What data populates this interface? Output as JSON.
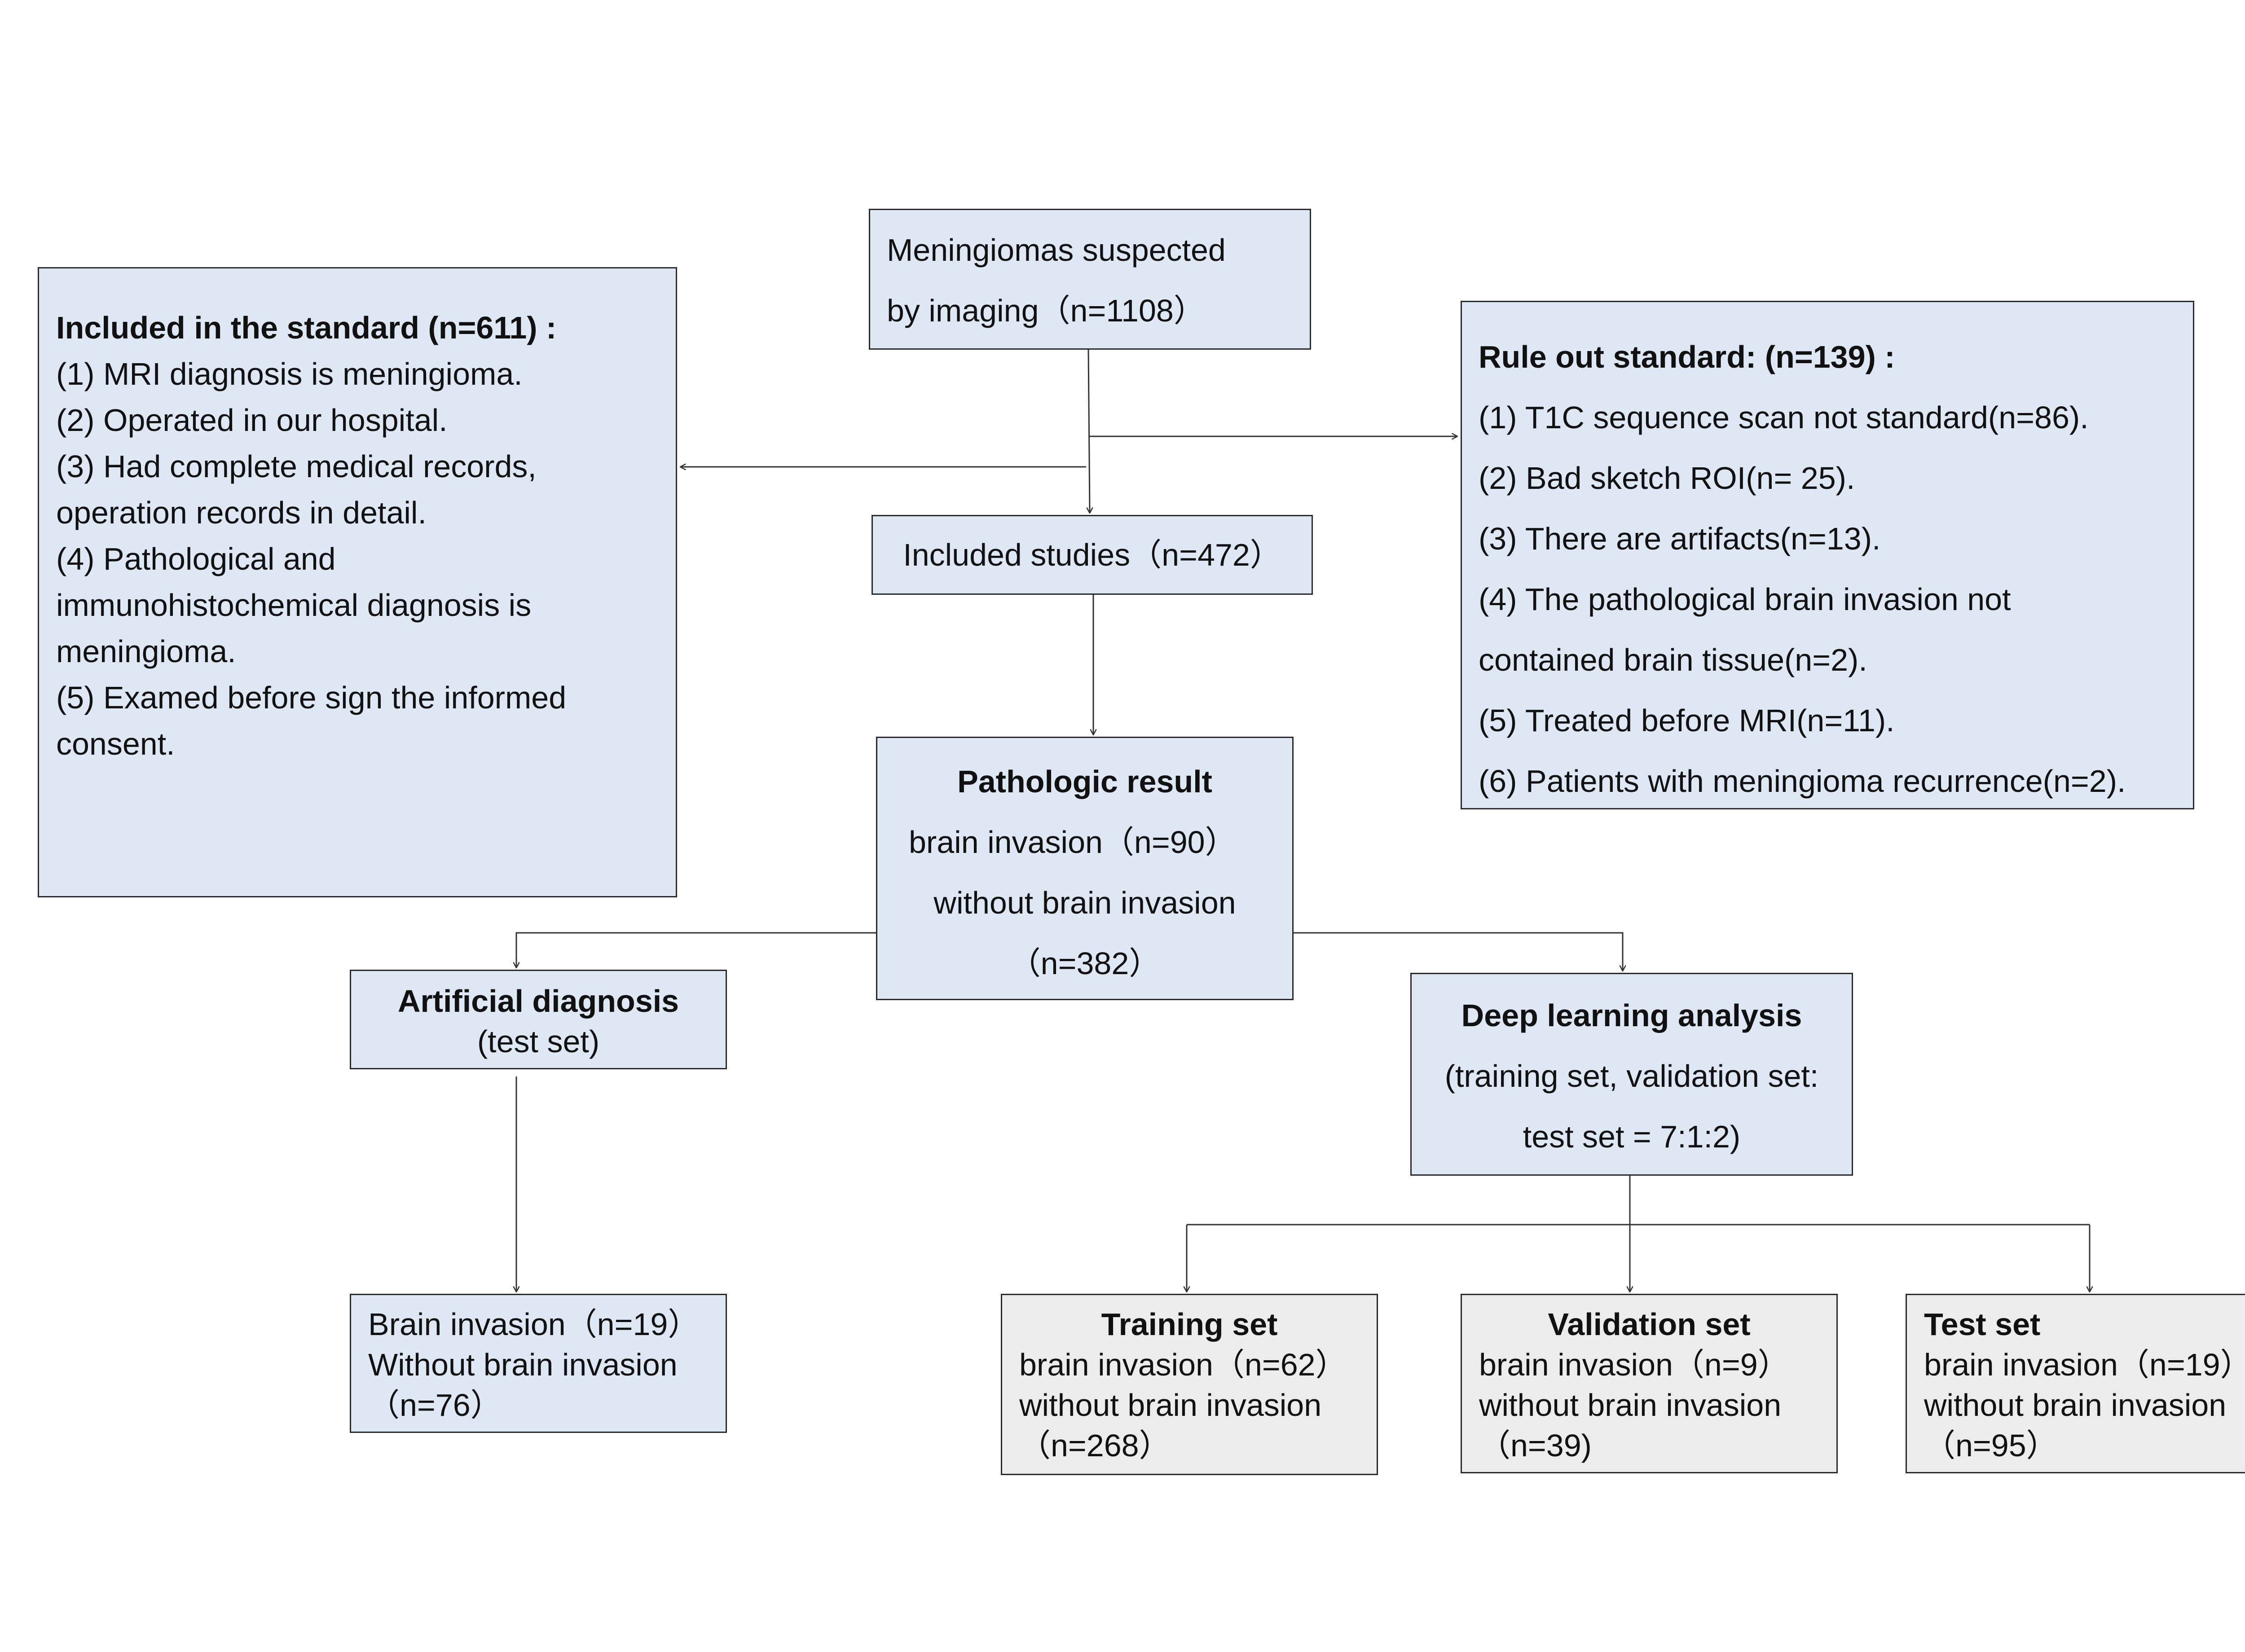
{
  "diagram": {
    "top_box": {
      "line1": "Meningiomas suspected",
      "line2": "by imaging（n=1108）"
    },
    "inclusion": {
      "title": "Included in the standard (n=611) :",
      "lines": [
        "(1) MRI diagnosis is meningioma.",
        "(2) Operated in our hospital.",
        "(3) Had complete medical records,",
        "operation records in detail.",
        "(4) Pathological and",
        "immunohistochemical diagnosis is",
        "meningioma.",
        "(5) Examed before sign the informed",
        "consent."
      ]
    },
    "exclusion": {
      "title": "Rule out standard: (n=139) :",
      "lines": [
        "(1) T1C sequence scan not standard(n=86).",
        "(2) Bad sketch ROI(n= 25).",
        "(3) There are artifacts(n=13).",
        "(4) The pathological brain invasion not",
        "contained brain tissue(n=2).",
        "(5) Treated before MRI(n=11).",
        "(6) Patients with meningioma recurrence(n=2)."
      ]
    },
    "included_studies": "Included studies（n=472）",
    "pathologic": {
      "title": "Pathologic result",
      "line1": "brain invasion（n=90）",
      "line2": "without brain invasion",
      "line3": "（n=382）"
    },
    "artificial": {
      "title": "Artificial diagnosis",
      "subtitle": "(test set)"
    },
    "artificial_result": {
      "line1": "Brain invasion（n=19）",
      "line2": "Without brain invasion",
      "line3": "（n=76）"
    },
    "deep_learning": {
      "title": "Deep learning analysis",
      "line1": "(training set, validation set:",
      "line2": "test set = 7:1:2)"
    },
    "training": {
      "title": "Training set",
      "line1": "brain invasion（n=62）",
      "line2": "without brain invasion",
      "line3": "（n=268）"
    },
    "validation": {
      "title": "Validation set",
      "line1": "brain invasion（n=9）",
      "line2": "without brain invasion",
      "line3": "（n=39)"
    },
    "test": {
      "title": "Test set",
      "line1": "brain invasion（n=19）",
      "line2": "without brain invasion",
      "line3": "（n=95）"
    }
  }
}
